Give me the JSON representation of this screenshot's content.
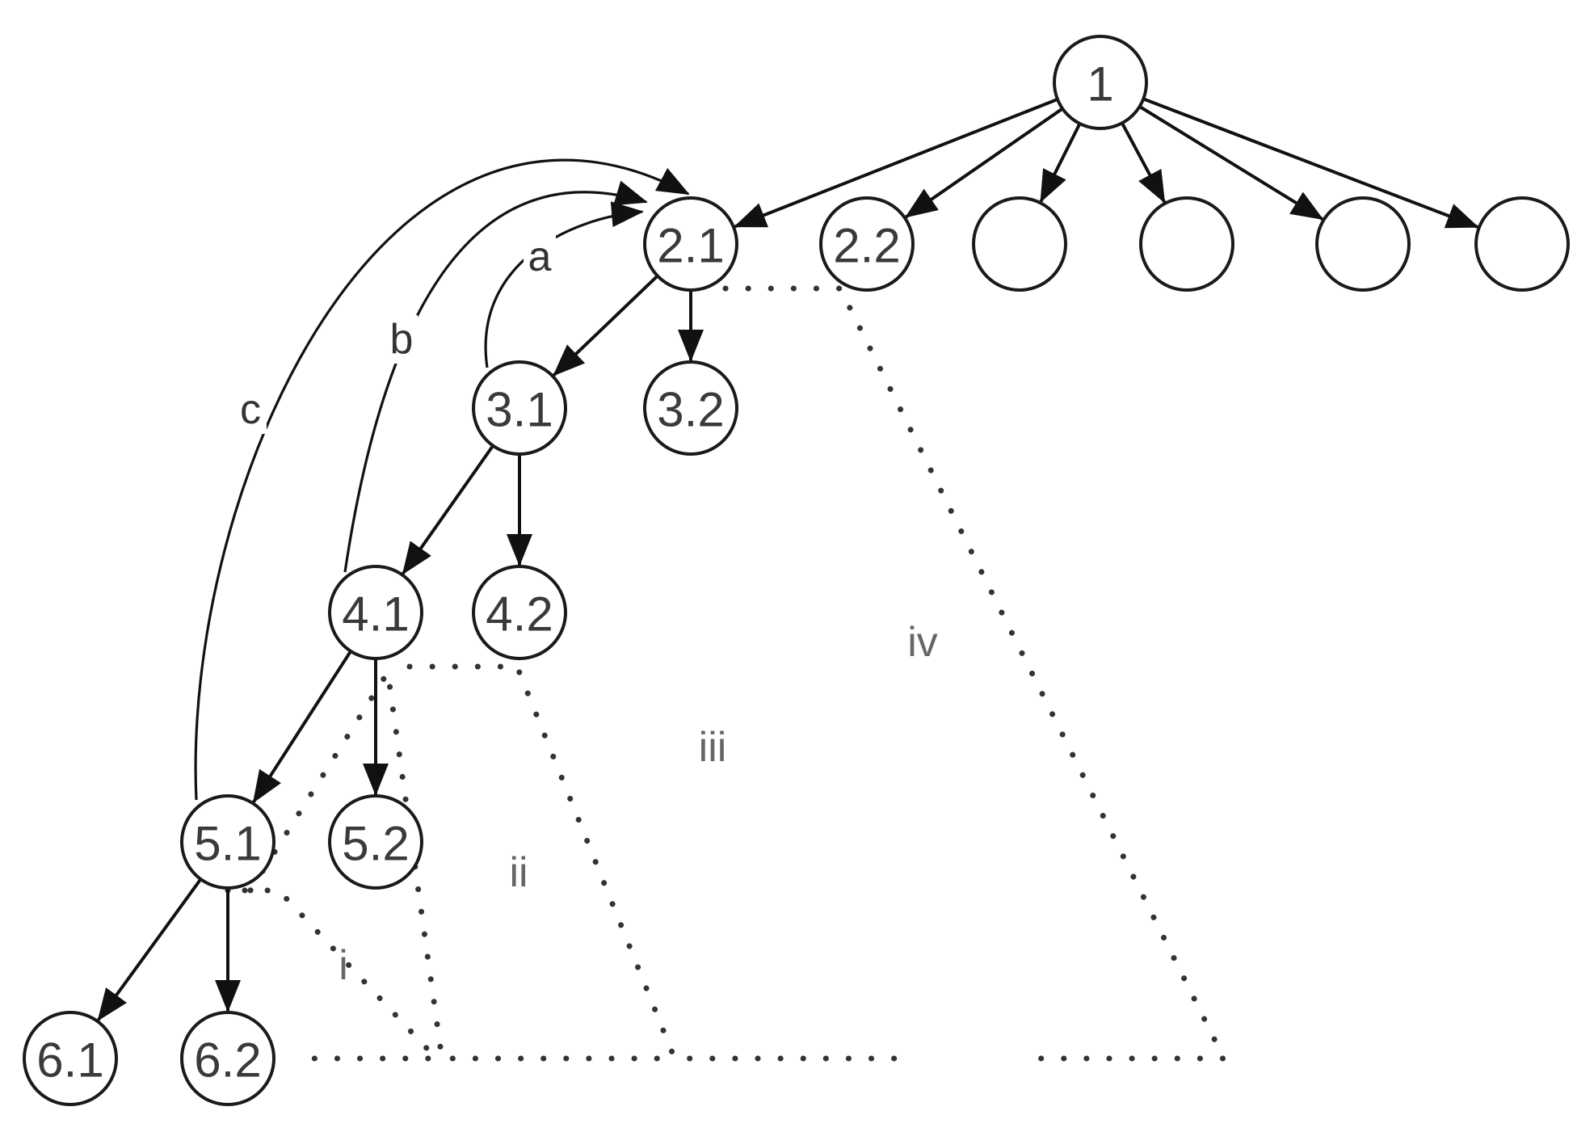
{
  "nodes": [
    {
      "id": "n1",
      "label": "1"
    },
    {
      "id": "n21",
      "label": "2.1"
    },
    {
      "id": "n22",
      "label": "2.2"
    },
    {
      "id": "n23",
      "label": ""
    },
    {
      "id": "n24",
      "label": ""
    },
    {
      "id": "n25",
      "label": ""
    },
    {
      "id": "n26",
      "label": ""
    },
    {
      "id": "n31",
      "label": "3.1"
    },
    {
      "id": "n32",
      "label": "3.2"
    },
    {
      "id": "n41",
      "label": "4.1"
    },
    {
      "id": "n42",
      "label": "4.2"
    },
    {
      "id": "n51",
      "label": "5.1"
    },
    {
      "id": "n52",
      "label": "5.2"
    },
    {
      "id": "n61",
      "label": "6.1"
    },
    {
      "id": "n62",
      "label": "6.2"
    }
  ],
  "edges": [
    {
      "from": "n1",
      "to": "n21"
    },
    {
      "from": "n1",
      "to": "n22"
    },
    {
      "from": "n1",
      "to": "n23"
    },
    {
      "from": "n1",
      "to": "n24"
    },
    {
      "from": "n1",
      "to": "n25"
    },
    {
      "from": "n1",
      "to": "n26"
    },
    {
      "from": "n21",
      "to": "n31"
    },
    {
      "from": "n21",
      "to": "n32"
    },
    {
      "from": "n31",
      "to": "n41"
    },
    {
      "from": "n31",
      "to": "n42"
    },
    {
      "from": "n41",
      "to": "n51"
    },
    {
      "from": "n41",
      "to": "n52"
    },
    {
      "from": "n51",
      "to": "n61"
    },
    {
      "from": "n51",
      "to": "n62"
    }
  ],
  "back_arcs": [
    {
      "from": "n31",
      "to": "n21",
      "label": "a"
    },
    {
      "from": "n41",
      "to": "n21",
      "label": "b"
    },
    {
      "from": "n51",
      "to": "n21",
      "label": "c"
    }
  ],
  "regions": [
    {
      "label": "i"
    },
    {
      "label": "ii"
    },
    {
      "label": "iii"
    },
    {
      "label": "iv"
    }
  ]
}
